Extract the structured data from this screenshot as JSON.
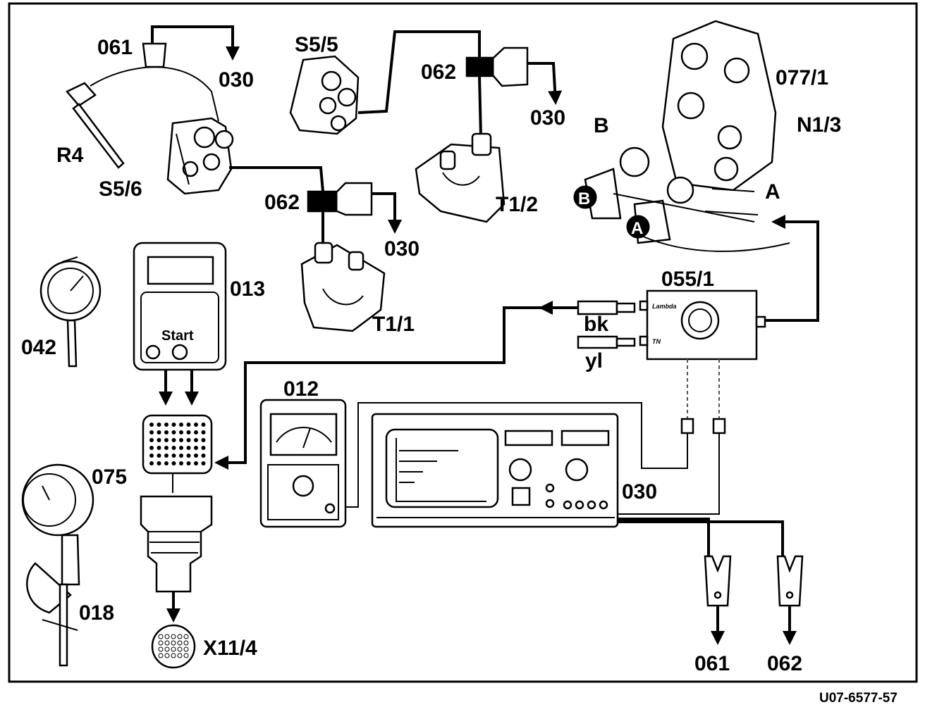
{
  "diagram": {
    "labels": {
      "l061_top": "061",
      "l030_a": "030",
      "r4": "R4",
      "s56": "S5/6",
      "s55": "S5/5",
      "l062_top": "062",
      "l030_b": "030",
      "t12": "T1/2",
      "l0771": "077/1",
      "n13": "N1/3",
      "b_top": "B",
      "b_mid": "B",
      "a_right": "A",
      "a_mid": "A",
      "l062_mid": "062",
      "l030_c": "030",
      "l013": "013",
      "start": "Start",
      "t11": "T1/1",
      "l042": "042",
      "l0551": "055/1",
      "lambda": "Lambda",
      "tn": "TN",
      "bk": "bk",
      "yl": "yl",
      "l012": "012",
      "l075": "075",
      "l030_d": "030",
      "l018": "018",
      "x114": "X11/4",
      "l061_bot": "061",
      "l062_bot": "062"
    },
    "reference": "U07-6577-57"
  }
}
